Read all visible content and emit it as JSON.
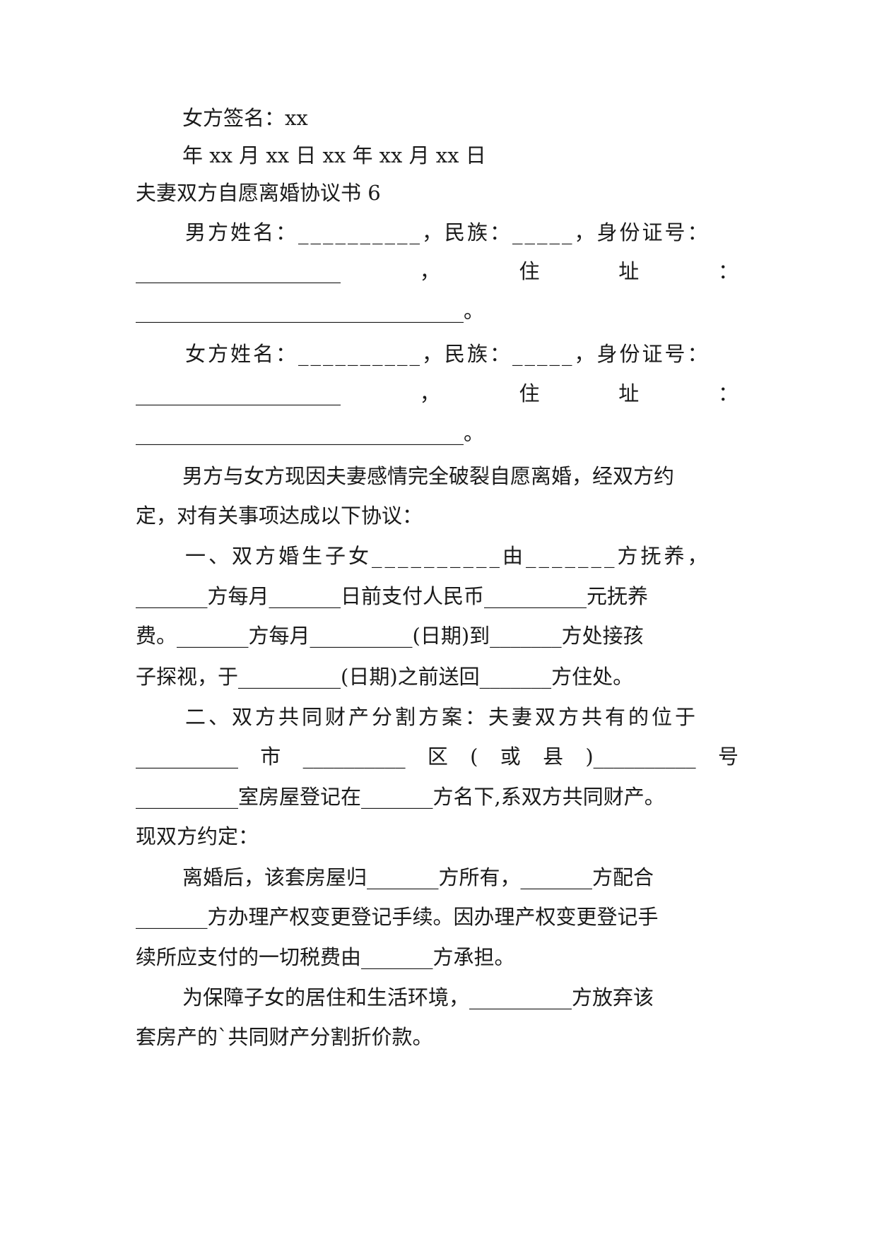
{
  "lines": [
    "女方签名：xx",
    "年 xx 月 xx 日 xx 年 xx 月 xx 日",
    "夫妻双方自愿离婚协议书 6",
    "男方姓名：__________，民族：_____，身份证号：",
    "____________________　　　，　　　　住　　　　址　　　　：",
    "________________________________。",
    "女方姓名：__________，民族：_____，身份证号：",
    "____________________　　　，　　　　住　　　　址　　　　：",
    "________________________________。",
    "男方与女方现因夫妻感情完全破裂自愿离婚，经双方约",
    "定，对有关事项达成以下协议：",
    "一、双方婚生子女__________由_______方抚养，",
    "_______方每月_______日前支付人民币__________元抚养",
    "费。_______方每月__________(日期)到_______方处接孩",
    "子探视，于__________(日期)之前送回_______方住处。",
    "二、双方共同财产分割方案：夫妻双方共有的位于",
    "__________市__________区(或县)__________号",
    "__________室房屋登记在_______方名下,系双方共同财产。",
    "现双方约定：",
    "离婚后，该套房屋归_______方所有，_______方配合",
    "_______方办理产权变更登记手续。因办理产权变更登记手",
    "续所应支付的一切税费由_______方承担。",
    "为保障子女的居住和生活环境，__________方放弃该",
    "套房产的`共同财产分割折价款。"
  ],
  "justified": {
    "male_row2": [
      "____________________",
      "，",
      "住",
      "址",
      "："
    ],
    "female_row2": [
      "____________________",
      "，",
      "住",
      "址",
      "："
    ],
    "property_row": [
      "__________",
      "市",
      "__________",
      "区",
      "(",
      "或",
      "县",
      ")__________",
      "号"
    ]
  }
}
